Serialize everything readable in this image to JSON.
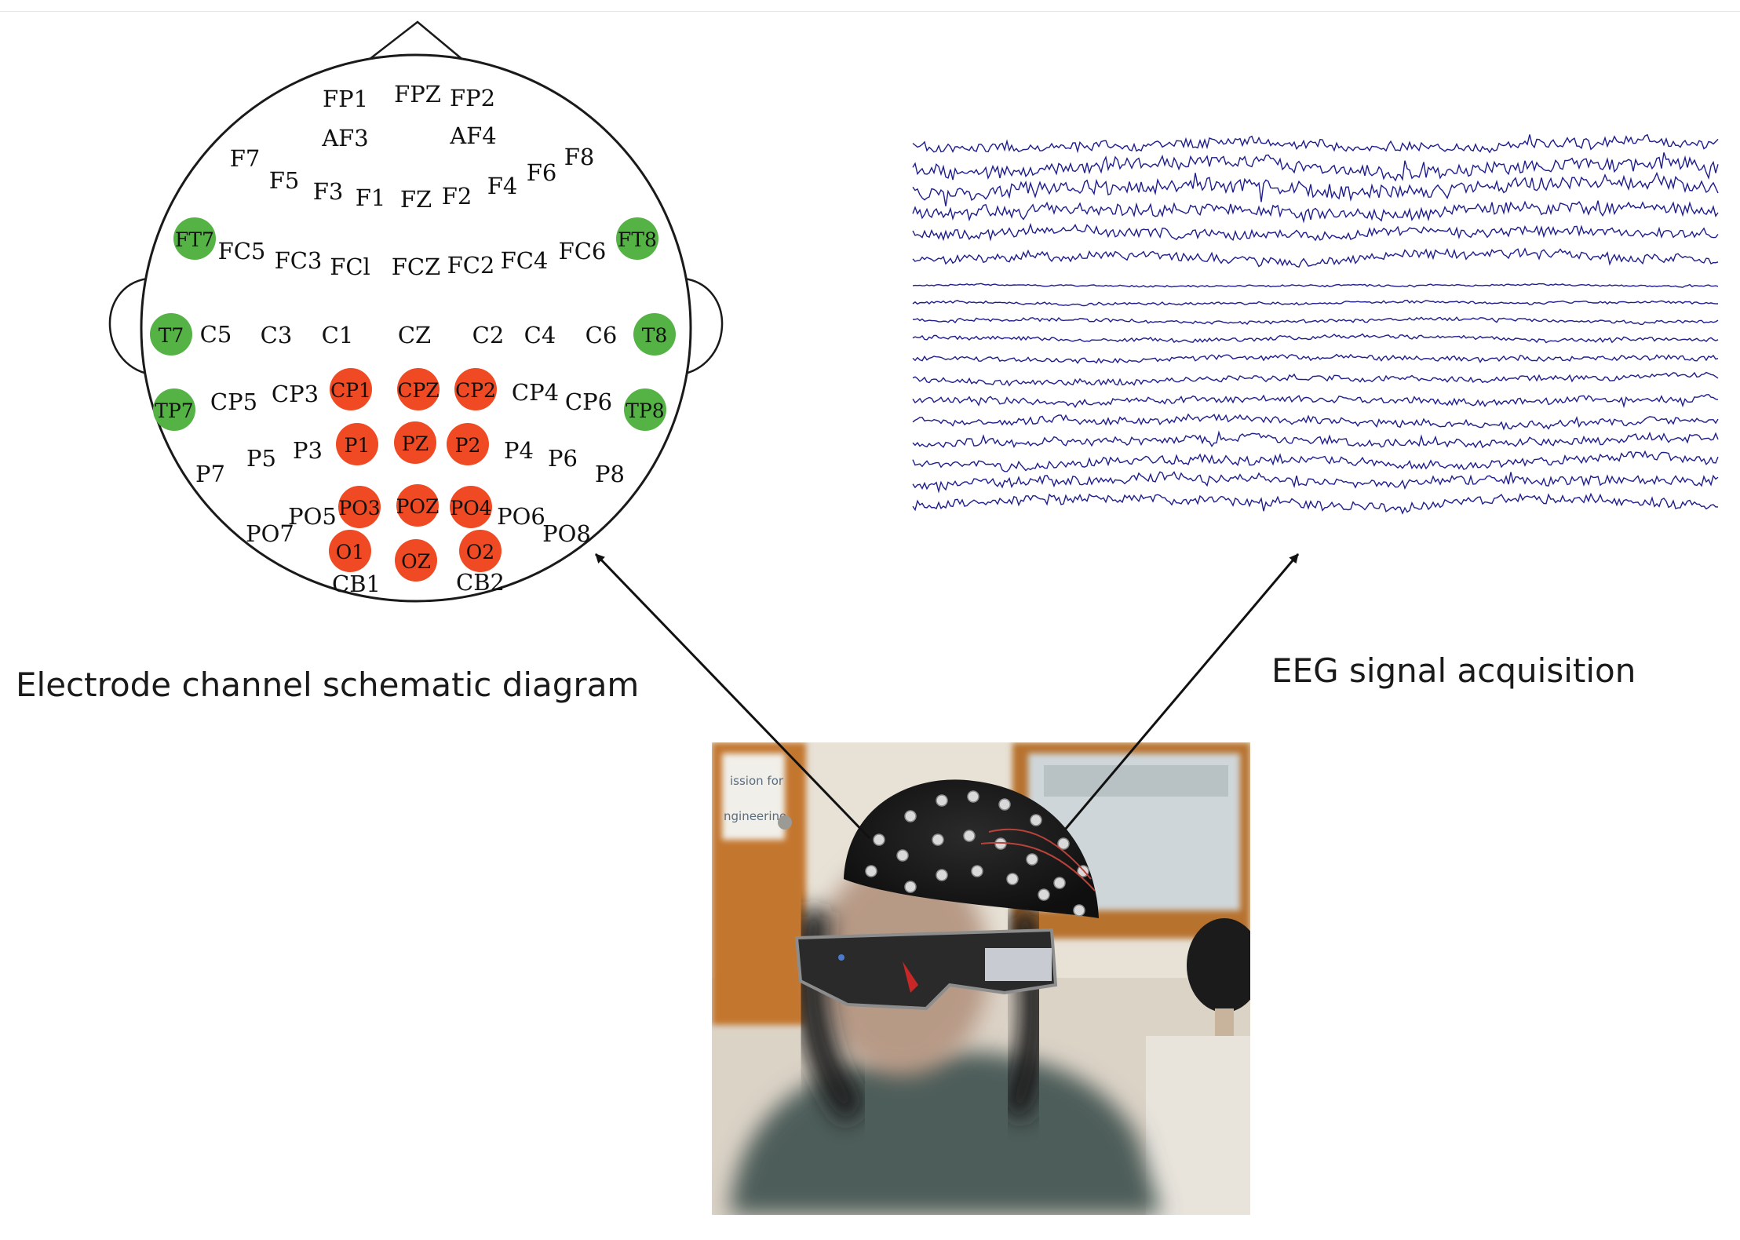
{
  "captions": {
    "electrode_diagram": "Electrode channel schematic diagram",
    "eeg_acquisition": "EEG signal acquisition"
  },
  "colors": {
    "green_electrode": "#55b346",
    "red_electrode": "#ef4a23",
    "eeg_trace": "#1f1d8c",
    "outline": "#1a1a1a"
  },
  "electrodes": [
    {
      "name": "FP1",
      "group": "none"
    },
    {
      "name": "FPZ",
      "group": "none"
    },
    {
      "name": "FP2",
      "group": "none"
    },
    {
      "name": "AF3",
      "group": "none"
    },
    {
      "name": "AF4",
      "group": "none"
    },
    {
      "name": "F7",
      "group": "none"
    },
    {
      "name": "F5",
      "group": "none"
    },
    {
      "name": "F3",
      "group": "none"
    },
    {
      "name": "F1",
      "group": "none"
    },
    {
      "name": "FZ",
      "group": "none"
    },
    {
      "name": "F2",
      "group": "none"
    },
    {
      "name": "F4",
      "group": "none"
    },
    {
      "name": "F6",
      "group": "none"
    },
    {
      "name": "F8",
      "group": "none"
    },
    {
      "name": "FT7",
      "group": "green"
    },
    {
      "name": "FC5",
      "group": "none"
    },
    {
      "name": "FC3",
      "group": "none"
    },
    {
      "name": "FCl",
      "group": "none"
    },
    {
      "name": "FCZ",
      "group": "none"
    },
    {
      "name": "FC2",
      "group": "none"
    },
    {
      "name": "FC4",
      "group": "none"
    },
    {
      "name": "FC6",
      "group": "none"
    },
    {
      "name": "FT8",
      "group": "green"
    },
    {
      "name": "T7",
      "group": "green"
    },
    {
      "name": "C5",
      "group": "none"
    },
    {
      "name": "C3",
      "group": "none"
    },
    {
      "name": "C1",
      "group": "none"
    },
    {
      "name": "CZ",
      "group": "none"
    },
    {
      "name": "C2",
      "group": "none"
    },
    {
      "name": "C4",
      "group": "none"
    },
    {
      "name": "C6",
      "group": "none"
    },
    {
      "name": "T8",
      "group": "green"
    },
    {
      "name": "TP7",
      "group": "green"
    },
    {
      "name": "CP5",
      "group": "none"
    },
    {
      "name": "CP3",
      "group": "none"
    },
    {
      "name": "CP1",
      "group": "red"
    },
    {
      "name": "CPZ",
      "group": "red"
    },
    {
      "name": "CP2",
      "group": "red"
    },
    {
      "name": "CP4",
      "group": "none"
    },
    {
      "name": "CP6",
      "group": "none"
    },
    {
      "name": "TP8",
      "group": "green"
    },
    {
      "name": "P7",
      "group": "none"
    },
    {
      "name": "P5",
      "group": "none"
    },
    {
      "name": "P3",
      "group": "none"
    },
    {
      "name": "P1",
      "group": "red"
    },
    {
      "name": "PZ",
      "group": "red"
    },
    {
      "name": "P2",
      "group": "red"
    },
    {
      "name": "P4",
      "group": "none"
    },
    {
      "name": "P6",
      "group": "none"
    },
    {
      "name": "P8",
      "group": "none"
    },
    {
      "name": "PO7",
      "group": "none"
    },
    {
      "name": "PO5",
      "group": "none"
    },
    {
      "name": "PO3",
      "group": "red"
    },
    {
      "name": "POZ",
      "group": "red"
    },
    {
      "name": "PO4",
      "group": "red"
    },
    {
      "name": "PO6",
      "group": "none"
    },
    {
      "name": "PO8",
      "group": "none"
    },
    {
      "name": "O1",
      "group": "red"
    },
    {
      "name": "OZ",
      "group": "red"
    },
    {
      "name": "O2",
      "group": "red"
    },
    {
      "name": "CB1",
      "group": "none"
    },
    {
      "name": "CB2",
      "group": "none"
    }
  ],
  "photo": {
    "wall_sign_lines": [
      "ission for",
      "ngineerino"
    ]
  }
}
